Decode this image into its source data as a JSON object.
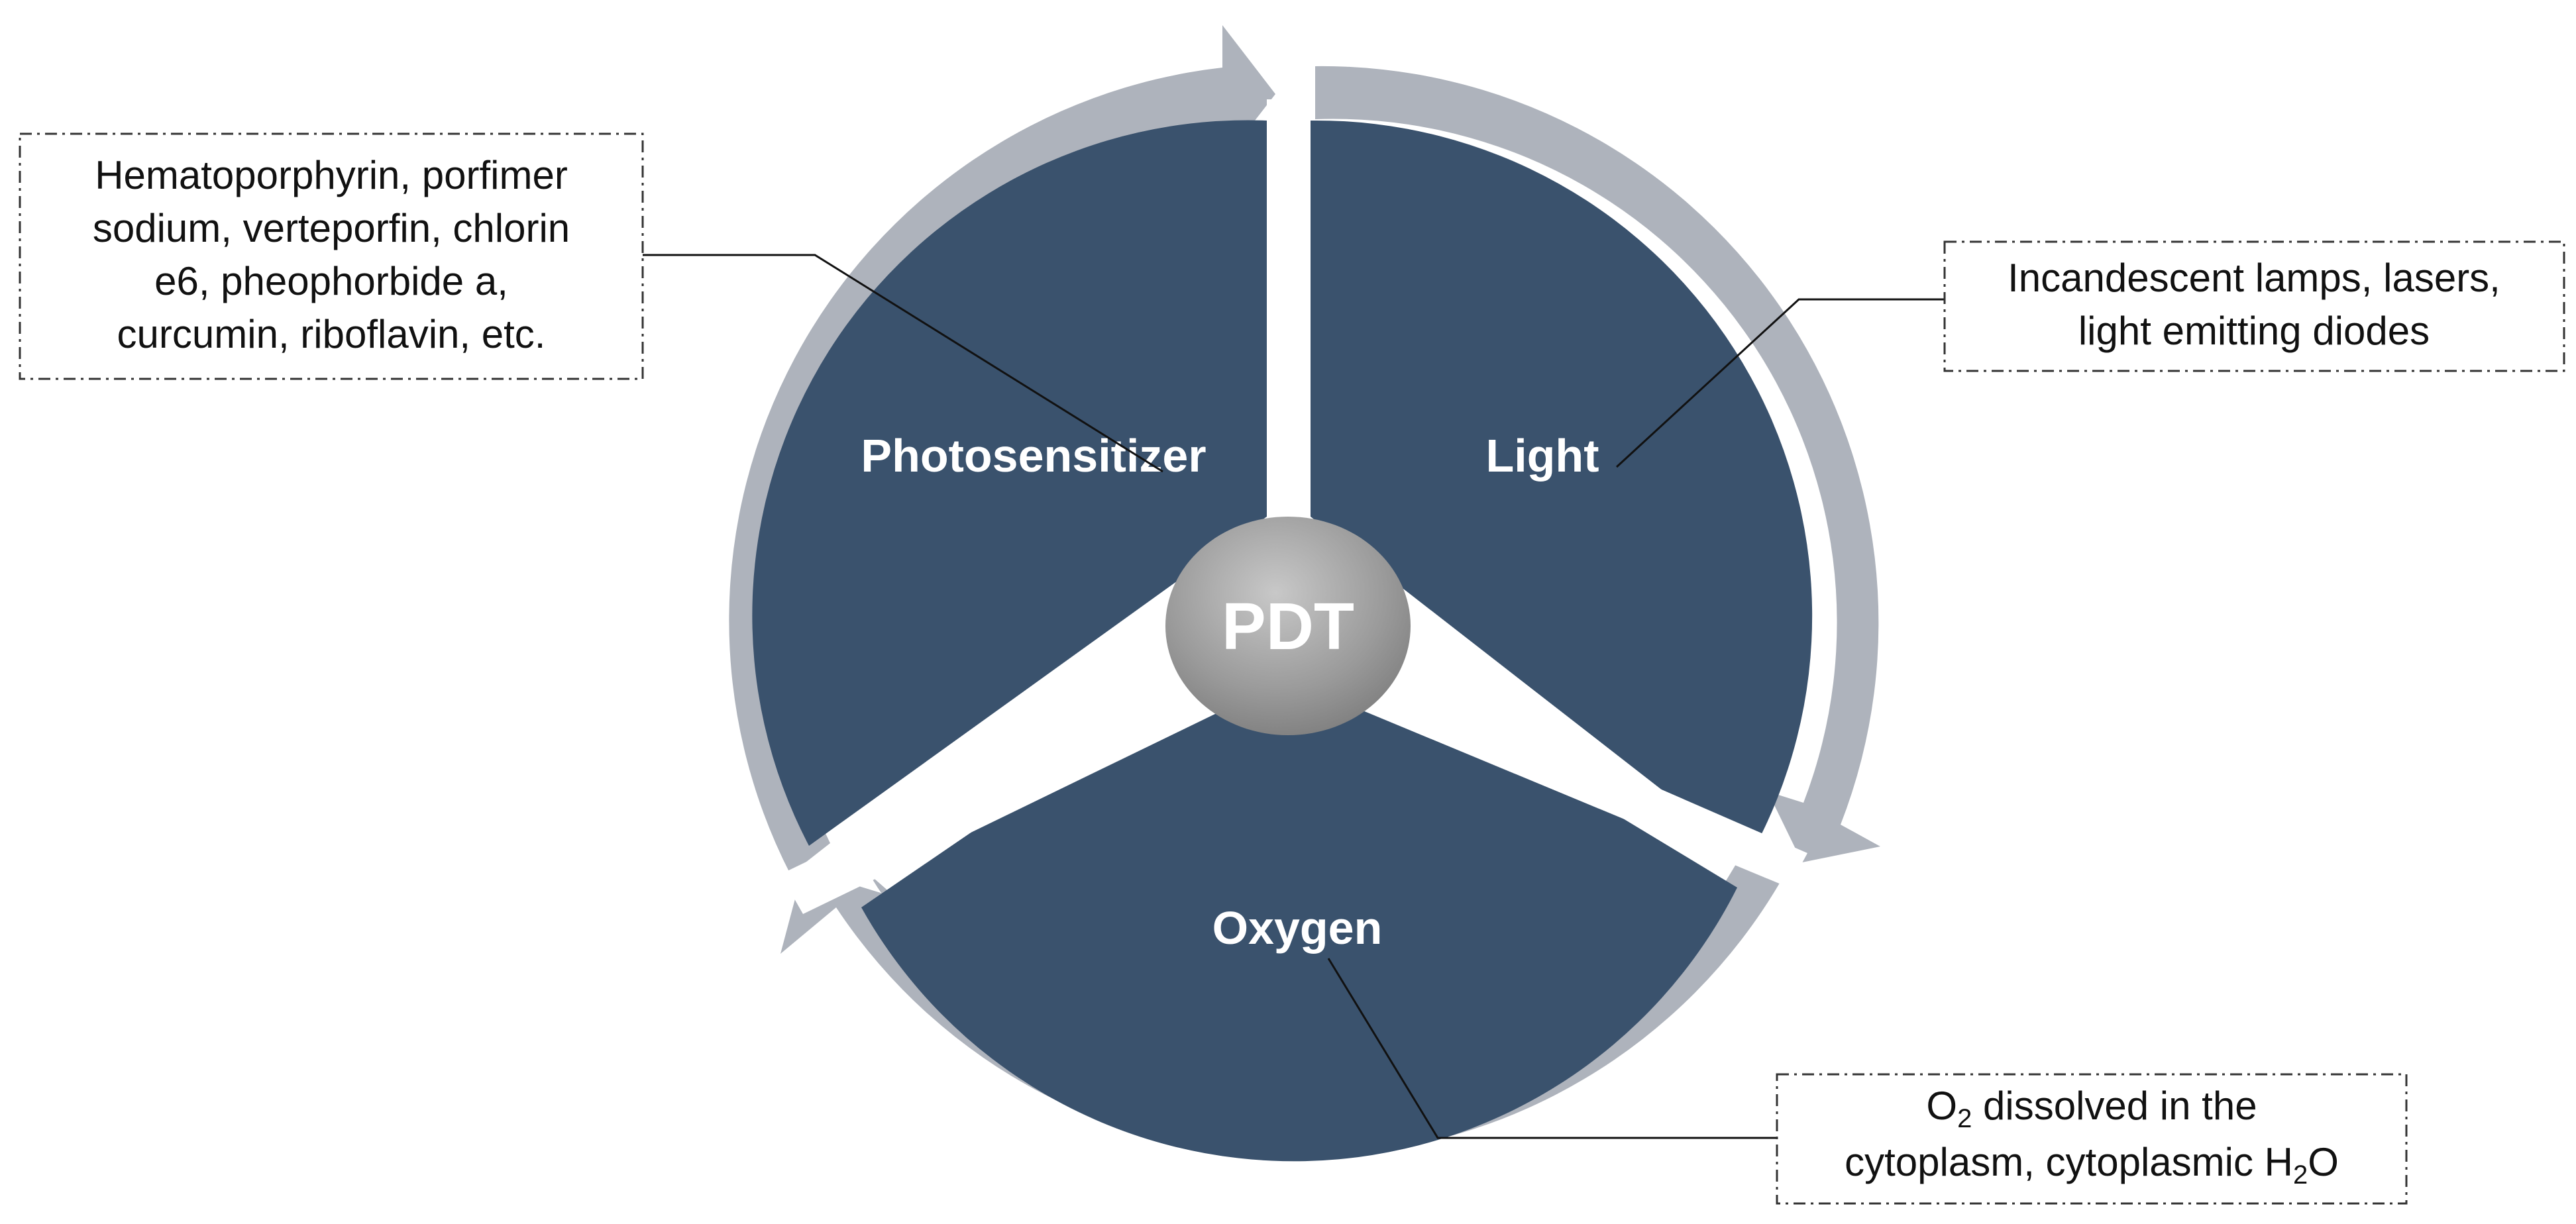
{
  "center": {
    "label": "PDT"
  },
  "sectors": {
    "photosensitizer": "Photosensitizer",
    "light": "Light",
    "oxygen": "Oxygen"
  },
  "notes": {
    "photosensitizer": {
      "lines": [
        "Hematoporphyrin, porfimer",
        "sodium, verteporfin, chlorin",
        "e6, pheophorbide a,",
        "curcumin, riboflavin, etc."
      ]
    },
    "light": {
      "lines": [
        "Incandescent lamps, lasers,",
        "light emitting diodes"
      ]
    },
    "oxygen": {
      "line1": {
        "pre": "O",
        "sub": "2",
        "post": " dissolved  in the"
      },
      "line2": {
        "pre": "cytoplasm, cytoplasmic H",
        "sub": "2",
        "post": "O"
      }
    }
  },
  "colors": {
    "sector_fill": "#3a526d",
    "ring_arrow": "#aeb3bc",
    "center_gradient_top": "#c4c4c4",
    "center_gradient_bottom": "#7e7e7e"
  }
}
